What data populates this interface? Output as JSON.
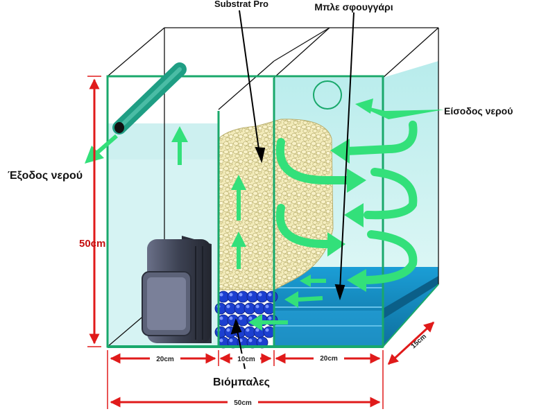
{
  "labels": {
    "substrate": "Substrat Pro",
    "sponge": "Μπλε σφουγγάρι",
    "water_in": "Είσοδος νερού",
    "water_out": "Έξοδος νερού",
    "bioballs": "Βιόμπαλες"
  },
  "dimensions": {
    "height": "50cm",
    "seg_left": "20cm",
    "seg_mid": "10cm",
    "seg_right": "20cm",
    "total": "50cm",
    "depth": "15cm"
  },
  "colors": {
    "arrow_green": "#33e07a",
    "pipe_teal": "#1f9e84",
    "glass_edge": "#19a86b",
    "water": "#c8f0f0",
    "sponge_blue": "#1a8ec4",
    "ball_blue": "#1c3fd0",
    "gravel": "#efe8b0",
    "dim_red": "#e01a1a",
    "pump": "#4a4f63"
  }
}
